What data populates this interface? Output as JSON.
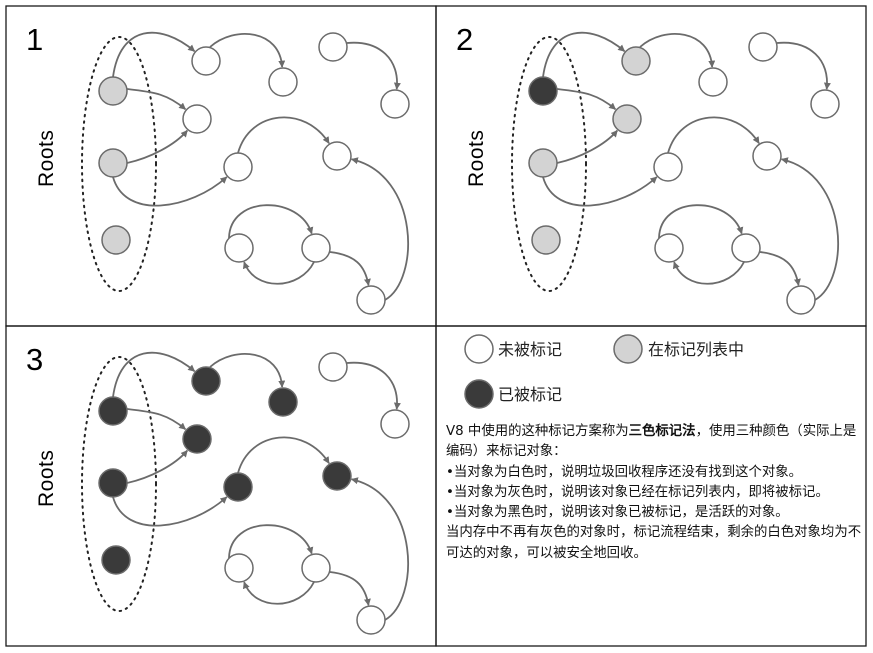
{
  "panels": [
    {
      "number": "1",
      "roots_label": "Roots",
      "fills": {
        "a": "gray",
        "b": "gray",
        "c": "gray",
        "n1": "white",
        "n2": "white",
        "n3": "white",
        "n4": "white",
        "n5": "white",
        "n6": "white",
        "n7": "white",
        "n8": "white",
        "n9": "white",
        "n10": "white",
        "n11": "white"
      }
    },
    {
      "number": "2",
      "roots_label": "Roots",
      "fills": {
        "a": "black",
        "b": "gray",
        "c": "gray",
        "n1": "gray",
        "n2": "white",
        "n3": "gray",
        "n4": "white",
        "n5": "white",
        "n6": "white",
        "n7": "white",
        "n8": "white",
        "n9": "white",
        "n10": "white",
        "n11": "white"
      }
    },
    {
      "number": "3",
      "roots_label": "Roots",
      "fills": {
        "a": "black",
        "b": "black",
        "c": "black",
        "n1": "black",
        "n2": "black",
        "n3": "black",
        "n4": "black",
        "n5": "black",
        "n6": "white",
        "n7": "white",
        "n8": "white",
        "n9": "white",
        "n10": "white",
        "n11": "white"
      }
    }
  ],
  "legend": {
    "unmarked": "未被标记",
    "in_list": "在标记列表中",
    "marked": "已被标记"
  },
  "colors": {
    "white": "#ffffff",
    "gray": "#d3d3d3",
    "black": "#3a3a3a",
    "edge": "#6b6b6b"
  },
  "description": {
    "intro_pre": "V8 中使用的这种标记方案称为",
    "intro_bold": "三色标记法",
    "intro_post": "，使用三种颜色（实际上是编码）来标记对象：",
    "bullets": [
      "•当对象为白色时，说明垃圾回收程序还没有找到这个对象。",
      "•当对象为灰色时，说明该对象已经在标记列表内，即将被标记。",
      "•当对象为黑色时，说明该对象已被标记，是活跃的对象。"
    ],
    "conclusion": "当内存中不再有灰色的对象时，标记流程结束，剩余的白色对象均为不可达的对象，可以被安全地回收。"
  }
}
